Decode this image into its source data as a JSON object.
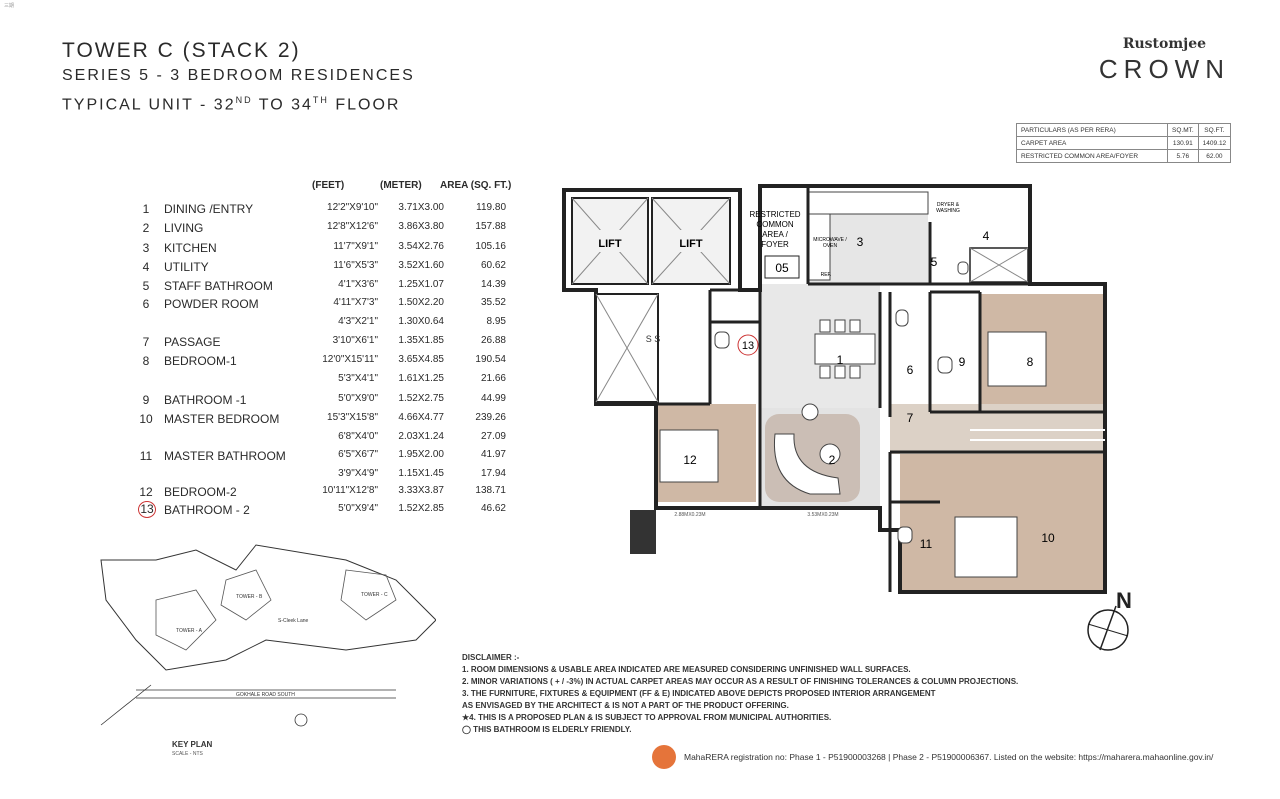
{
  "corner_mark": "三期",
  "header": {
    "title": "TOWER C (STACK 2)",
    "series": "SERIES 5 - 3 BEDROOM RESIDENCES",
    "unit_prefix": "TYPICAL UNIT - 32",
    "unit_sup1": "ND",
    "unit_mid": " TO 34",
    "unit_sup2": "TH",
    "unit_suffix": " FLOOR"
  },
  "brand": {
    "script": "Rustomjee",
    "name": "CROWN"
  },
  "area_table": {
    "headers": [
      "PARTICULARS (AS PER RERA)",
      "SQ.MT.",
      "SQ.FT."
    ],
    "rows": [
      [
        "CARPET AREA",
        "130.91",
        "1409.12"
      ],
      [
        "RESTRICTED COMMON AREA/FOYER",
        "5.76",
        "62.00"
      ]
    ]
  },
  "room_table": {
    "col_feet": "(FEET)",
    "col_meter": "(METER)",
    "col_area": "AREA (SQ. FT.)",
    "rows": [
      {
        "num": "1",
        "name": "DINING /ENTRY",
        "feet": "12'2\"X9'10\"",
        "meter": "3.71X3.00",
        "area": "119.80"
      },
      {
        "num": "2",
        "name": "LIVING",
        "feet": "12'8\"X12'6\"",
        "meter": "3.86X3.80",
        "area": "157.88"
      },
      {
        "num": "3",
        "name": "KITCHEN",
        "feet": "11'7\"X9'1\"",
        "meter": "3.54X2.76",
        "area": "105.16"
      },
      {
        "num": "4",
        "name": "UTILITY",
        "feet": "11'6\"X5'3\"",
        "meter": "3.52X1.60",
        "area": "60.62"
      },
      {
        "num": "5",
        "name": "STAFF BATHROOM",
        "feet": "4'1\"X3'6\"",
        "meter": "1.25X1.07",
        "area": "14.39"
      },
      {
        "num": "6",
        "name": "POWDER ROOM",
        "feet": "4'11\"X7'3\"",
        "meter": "1.50X2.20",
        "area": "35.52"
      },
      {
        "num": "",
        "name": "",
        "feet": "4'3\"X2'1\"",
        "meter": "1.30X0.64",
        "area": "8.95"
      },
      {
        "num": "7",
        "name": "PASSAGE",
        "feet": "3'10\"X6'1\"",
        "meter": "1.35X1.85",
        "area": "26.88"
      },
      {
        "num": "8",
        "name": "BEDROOM-1",
        "feet": "12'0\"X15'11\"",
        "meter": "3.65X4.85",
        "area": "190.54"
      },
      {
        "num": "",
        "name": "",
        "feet": "5'3\"X4'1\"",
        "meter": "1.61X1.25",
        "area": "21.66"
      },
      {
        "num": "9",
        "name": "BATHROOM -1",
        "feet": "5'0\"X9'0\"",
        "meter": "1.52X2.75",
        "area": "44.99"
      },
      {
        "num": "10",
        "name": "MASTER BEDROOM",
        "feet": "15'3\"X15'8\"",
        "meter": "4.66X4.77",
        "area": "239.26"
      },
      {
        "num": "",
        "name": "",
        "feet": "6'8\"X4'0\"",
        "meter": "2.03X1.24",
        "area": "27.09"
      },
      {
        "num": "11",
        "name": "MASTER BATHROOM",
        "feet": "6'5\"X6'7\"",
        "meter": "1.95X2.00",
        "area": "41.97"
      },
      {
        "num": "",
        "name": "",
        "feet": "3'9\"X4'9\"",
        "meter": "1.15X1.45",
        "area": "17.94"
      },
      {
        "num": "12",
        "name": "BEDROOM-2",
        "feet": "10'11\"X12'8\"",
        "meter": "3.33X3.87",
        "area": "138.71"
      },
      {
        "num": "13",
        "name": "BATHROOM - 2",
        "feet": "5'0\"X9'4\"",
        "meter": "1.52X2.85",
        "area": "46.62"
      }
    ]
  },
  "plan": {
    "lift1": "LIFT",
    "lift2": "LIFT",
    "foyer_label_1": "RESTRICTED",
    "foyer_label_2": "COMMON",
    "foyer_label_3": "AREA /",
    "foyer_label_4": "FOYER",
    "foyer_num": "05",
    "shaft": "S S",
    "dryer_1": "DRYER &",
    "dryer_2": "WASHING",
    "microwave_1": "MICROWAVE /",
    "microwave_2": "OVEN",
    "ref": "REF.",
    "dim1": "2.88MX0.23M",
    "dim2": "3.53MX0.23M",
    "rooms": [
      "1",
      "2",
      "3",
      "4",
      "5",
      "6",
      "7",
      "8",
      "9",
      "10",
      "11",
      "12",
      "13"
    ]
  },
  "north": "N",
  "key_plan": {
    "label": "KEY PLAN",
    "scale": "SCALE - NTS",
    "road1": "GOKHALE ROAD SOUTH",
    "road2": "S-Cleek Lane",
    "tower_a": "TOWER - A",
    "tower_b": "TOWER - B",
    "tower_c": "TOWER - C"
  },
  "disclaimer": {
    "title": "DISCLAIMER :-",
    "lines": [
      "1. ROOM DIMENSIONS & USABLE  AREA INDICATED  ARE MEASURED CONSIDERING UNFINISHED WALL SURFACES.",
      "2. MINOR VARIATIONS ( + / -3%) IN ACTUAL CARPET AREAS MAY OCCUR AS A RESULT OF  FINISHING TOLERANCES & COLUMN PROJECTIONS.",
      "3. THE FURNITURE, FIXTURES & EQUIPMENT (FF & E)  INDICATED ABOVE  DEPICTS PROPOSED INTERIOR ARRANGEMENT",
      "    AS ENVISAGED BY THE ARCHITECT & IS NOT A PART OF THE PRODUCT OFFERING.",
      "★4. THIS IS A PROPOSED PLAN & IS SUBJECT TO APPROVAL FROM MUNICIPAL AUTHORITIES.",
      "◯ THIS BATHROOM IS ELDERLY FRIENDLY."
    ]
  },
  "footer": {
    "text": "MahaRERA registration no: Phase 1 - P51900003268  |  Phase 2 - P51900006367.  Listed on the website: https://maharera.mahaonline.gov.in/"
  },
  "colors": {
    "floor_wood": "#cfb8a5",
    "floor_marble": "#e6e6e6",
    "wall": "#222222",
    "accent_red": "#cc3333",
    "rera_orange": "#e5743a"
  }
}
